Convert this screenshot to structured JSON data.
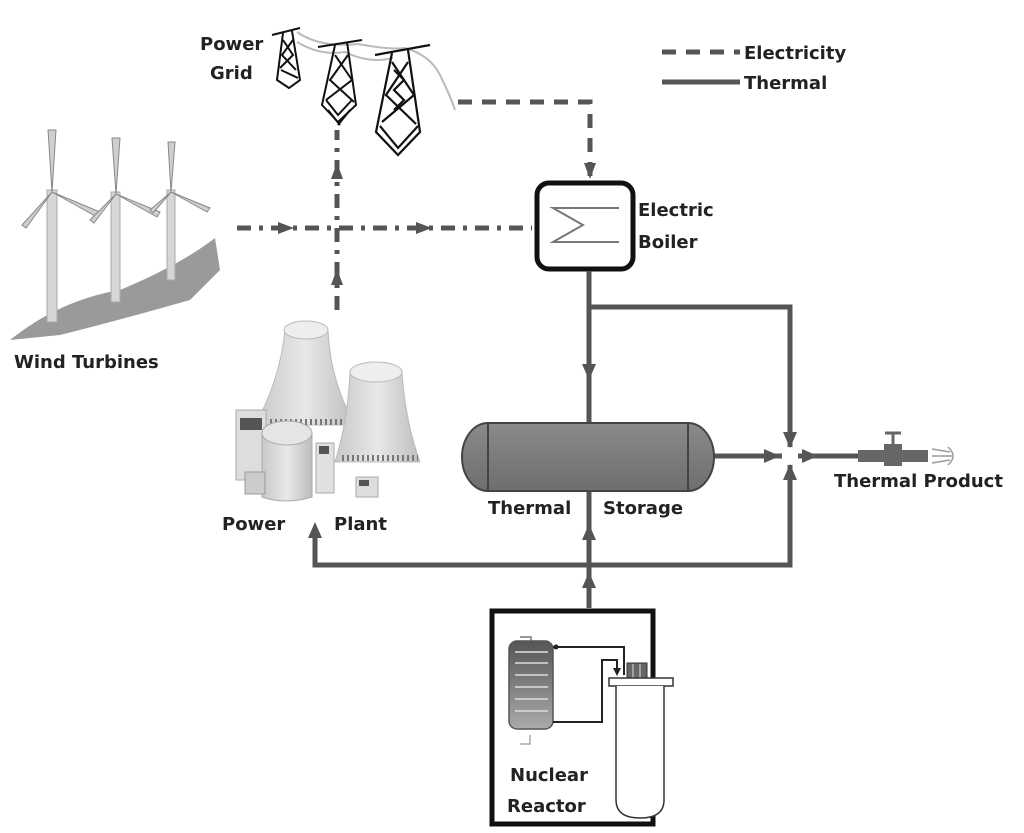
{
  "diagram": {
    "type": "energy-flow-diagram",
    "legend": {
      "electricity": {
        "label": "Electricity",
        "line_style": "dashed"
      },
      "thermal": {
        "label": "Thermal",
        "line_style": "solid"
      }
    },
    "nodes": {
      "power_grid": {
        "label_line1": "Power",
        "label_line2": "Grid"
      },
      "wind_turbines": {
        "label": "Wind Turbines"
      },
      "electric_boiler": {
        "label_line1": "Electric",
        "label_line2": "Boiler"
      },
      "power_plant": {
        "label_left": "Power",
        "label_right": "Plant"
      },
      "thermal_storage": {
        "label_left": "Thermal",
        "label_right": "Storage"
      },
      "thermal_product": {
        "label": "Thermal Product"
      },
      "nuclear_reactor": {
        "label_line1": "Nuclear",
        "label_line2": "Reactor"
      }
    },
    "edges": [
      {
        "from": "Wind Turbines",
        "to": "Electric Boiler",
        "type": "electricity"
      },
      {
        "from": "Power Plant",
        "to": "Power Grid",
        "type": "electricity"
      },
      {
        "from": "Power Grid",
        "to": "Electric Boiler",
        "type": "electricity"
      },
      {
        "from": "Electric Boiler",
        "to": "Thermal Storage",
        "type": "thermal"
      },
      {
        "from": "Electric Boiler",
        "to": "Thermal Product",
        "type": "thermal"
      },
      {
        "from": "Thermal Storage",
        "to": "Thermal Product",
        "type": "thermal"
      },
      {
        "from": "Nuclear Reactor",
        "to": "Thermal Storage",
        "type": "thermal"
      },
      {
        "from": "Nuclear Reactor",
        "to": "Power Plant",
        "type": "thermal"
      },
      {
        "from": "Nuclear Reactor",
        "to": "Thermal Product",
        "type": "thermal"
      }
    ]
  }
}
